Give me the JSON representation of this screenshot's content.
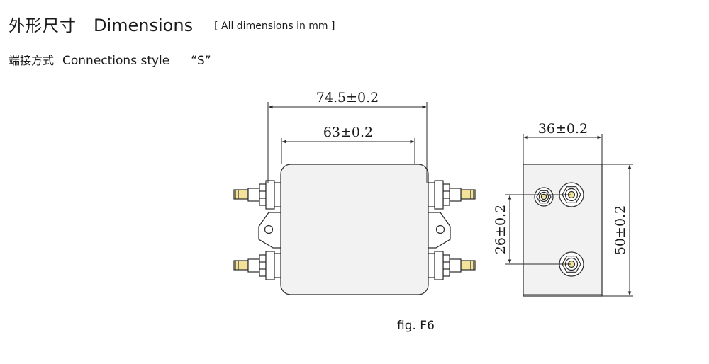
{
  "header": {
    "title_cn": "外形尺寸",
    "title_en": "Dimensions",
    "units_note": "[ All dimensions in mm ]",
    "subtitle_cn": "端接方式",
    "subtitle_en": "Connections style",
    "connection_style": "“S”"
  },
  "dimensions": {
    "overall_length": "74.5±0.2",
    "body_length": "63±0.2",
    "width": "36±0.2",
    "height": "50±0.2",
    "terminal_spacing": "26±0.2"
  },
  "figure": {
    "caption": "fig. F6"
  },
  "colors": {
    "line": "#2a2a2a",
    "body_fill": "#f2f2f2",
    "terminal_fill": "#f3e39a"
  }
}
